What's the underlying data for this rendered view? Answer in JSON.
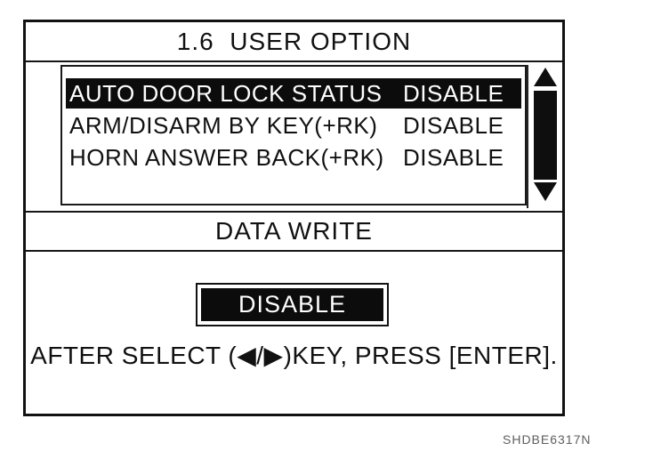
{
  "window": {
    "title": "1.6  USER OPTION",
    "figure_code": "SHDBE6317N"
  },
  "option_list": {
    "rows": [
      {
        "label": "AUTO DOOR LOCK STATUS",
        "value": "DISABLE",
        "selected": true
      },
      {
        "label": "ARM/DISARM BY KEY(+RK)",
        "value": "DISABLE",
        "selected": false
      },
      {
        "label": "HORN ANSWER BACK(+RK)",
        "value": "DISABLE",
        "selected": false
      }
    ]
  },
  "status_band": {
    "label": "DATA WRITE"
  },
  "editor": {
    "value": "DISABLE",
    "instruction": "AFTER SELECT (◀/▶)KEY, PRESS [ENTER]."
  },
  "colors": {
    "ink": "#121212",
    "highlight_bg": "#0c0c0c",
    "highlight_text": "#ffffff",
    "paper": "#ffffff"
  }
}
